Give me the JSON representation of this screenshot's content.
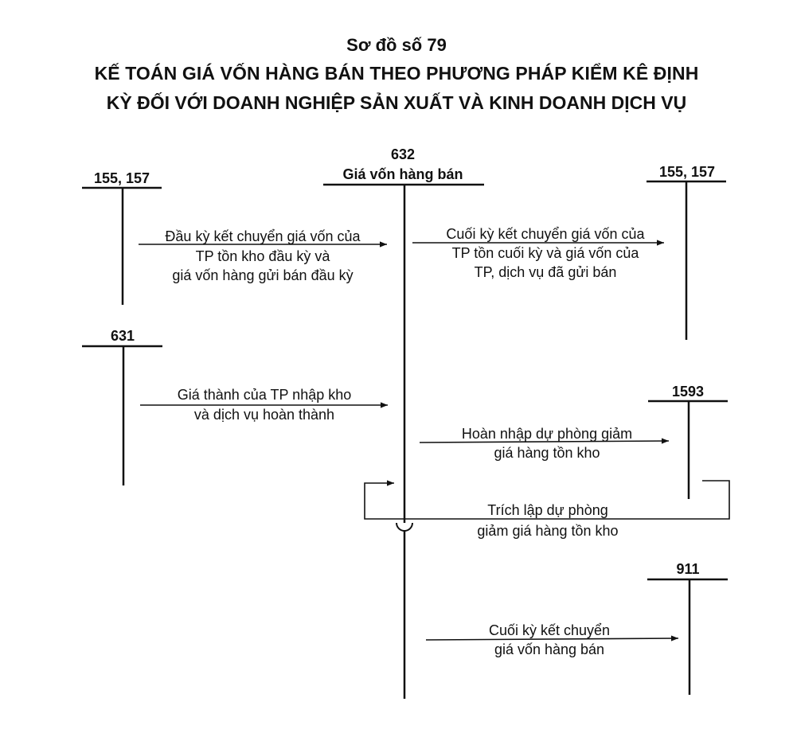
{
  "title": {
    "diagram_no": "Sơ đồ số 79",
    "line1": "KẾ TOÁN GIÁ VỐN HÀNG BÁN THEO PHƯƠNG PHÁP KIỂM KÊ ĐỊNH",
    "line2": "KỲ ĐỐI VỚI DOANH NGHIỆP SẢN XUẤT VÀ KINH DOANH DỊCH VỤ"
  },
  "accounts": {
    "a155_left": "155, 157",
    "a632_code": "632",
    "a632_name": "Giá vốn hàng bán",
    "a155_right": "155, 157",
    "a631": "631",
    "a1593": "1593",
    "a911": "911"
  },
  "flows": {
    "opening_transfer": [
      "Đầu kỳ kết chuyển giá vốn của",
      "TP tồn kho đầu kỳ và",
      "giá vốn hàng gửi bán đầu kỳ"
    ],
    "closing_transfer": [
      "Cuối kỳ kết chuyển giá vốn của",
      "TP tồn cuối kỳ và giá vốn của",
      "TP, dịch vụ đã gửi bán"
    ],
    "production_cost": [
      "Giá thành của TP nhập kho",
      "và dịch vụ hoàn thành"
    ],
    "provision_reversal": [
      "Hoàn nhập dự phòng giảm",
      "giá hàng tồn kho"
    ],
    "provision_setup": [
      "Trích lập dự phòng",
      "giảm giá hàng tồn kho"
    ],
    "final_transfer": [
      "Cuối kỳ kết chuyển",
      "giá vốn hàng bán"
    ]
  }
}
